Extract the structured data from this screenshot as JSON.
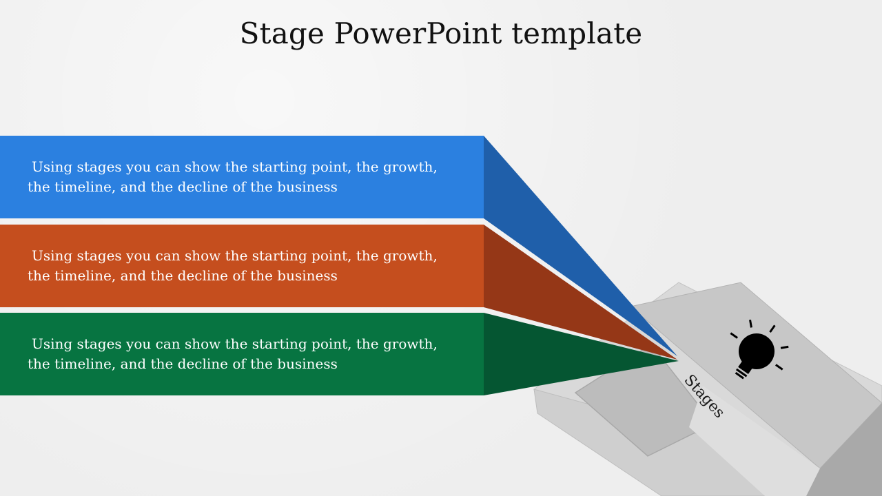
{
  "slide": {
    "title": "Stage PowerPoint template"
  },
  "stages": [
    {
      "line1": "Using stages you can show the starting point, the growth,",
      "line2": "the timeline, and the decline of the business",
      "color": "#2b80e0",
      "shadow_color": "#1f5faa"
    },
    {
      "line1": "Using stages you can show the starting point, the growth,",
      "line2": "the timeline, and the decline of the business",
      "color": "#c54e1e",
      "shadow_color": "#953717"
    },
    {
      "line1": "Using stages you can show the starting point, the growth,",
      "line2": "the timeline, and the decline of the business",
      "color": "#077441",
      "shadow_color": "#055632"
    }
  ],
  "platform": {
    "label": "Stages",
    "icon": "lightbulb-icon"
  }
}
